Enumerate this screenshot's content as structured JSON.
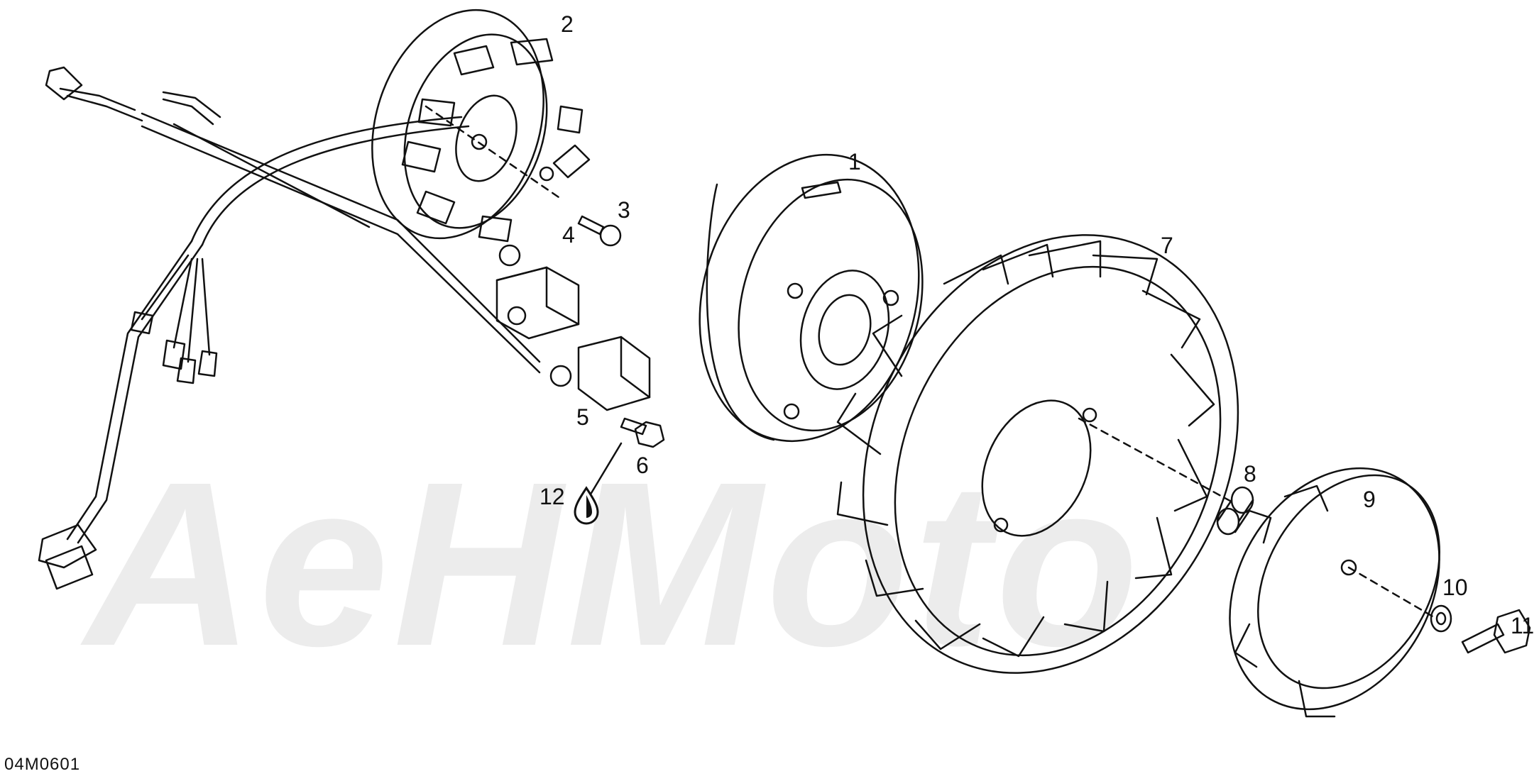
{
  "figure_code": "04M0601",
  "watermark_text": "AeHMoto",
  "callouts": [
    {
      "id": "1",
      "label": "1"
    },
    {
      "id": "2",
      "label": "2"
    },
    {
      "id": "3",
      "label": "3"
    },
    {
      "id": "4",
      "label": "4"
    },
    {
      "id": "5",
      "label": "5"
    },
    {
      "id": "6",
      "label": "6"
    },
    {
      "id": "7",
      "label": "7"
    },
    {
      "id": "8",
      "label": "8"
    },
    {
      "id": "9",
      "label": "9"
    },
    {
      "id": "10",
      "label": "10"
    },
    {
      "id": "11",
      "label": "11"
    },
    {
      "id": "12",
      "label": "12"
    }
  ],
  "colors": {
    "line": "#111111",
    "watermark": "#ececec",
    "background": "#ffffff"
  },
  "icons": {
    "sealant": "drop-icon"
  }
}
